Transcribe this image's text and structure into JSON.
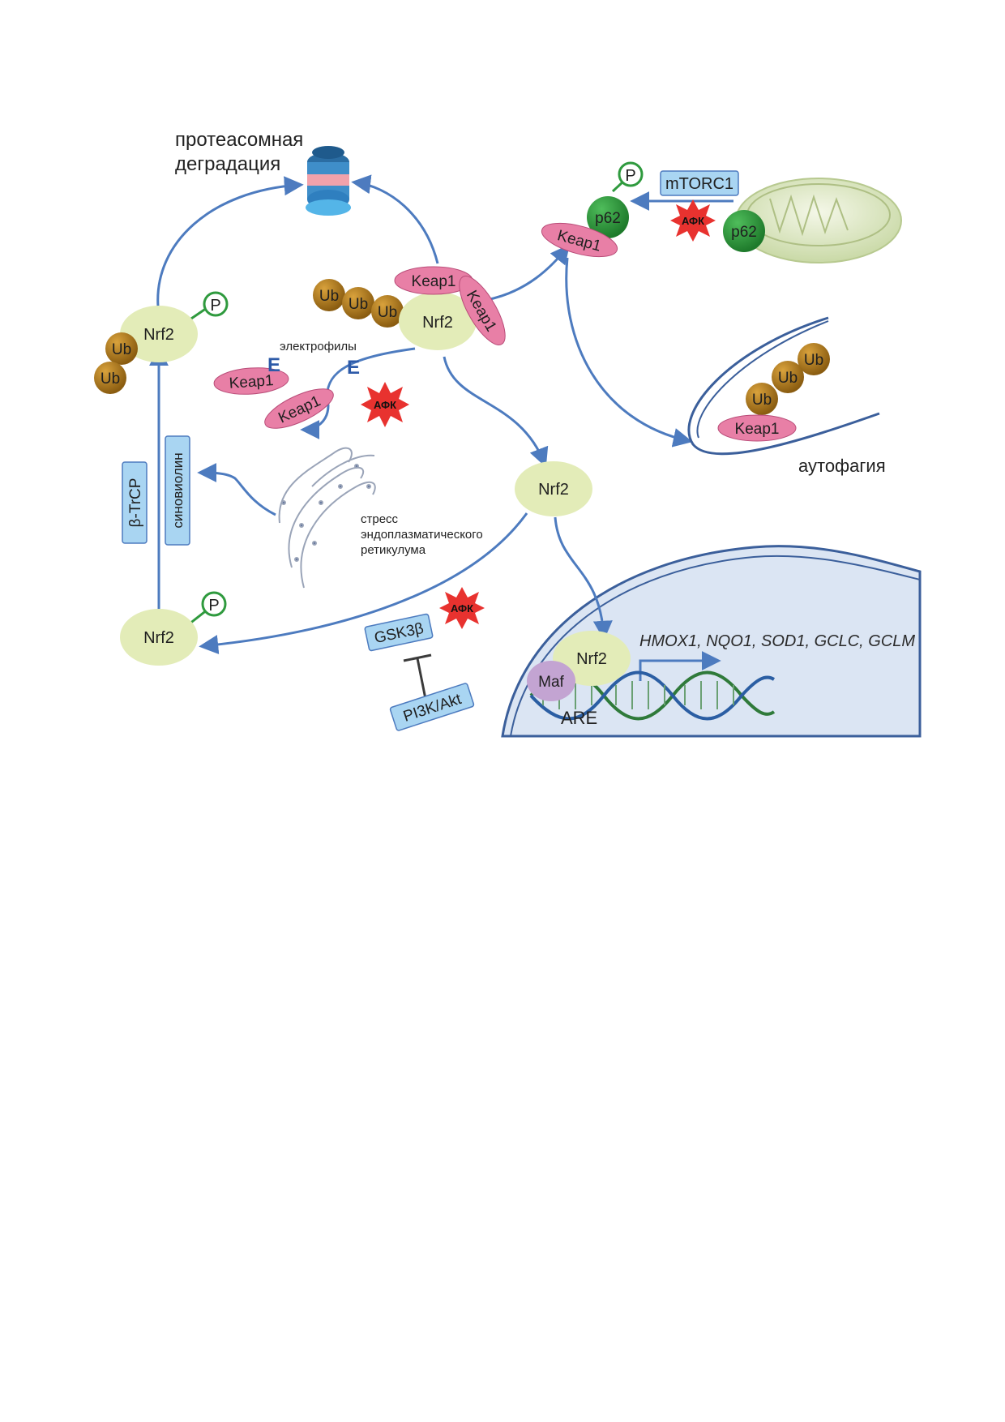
{
  "labels": {
    "proteasome": [
      "протеасомная",
      "деградация"
    ],
    "electrophiles": "электрофилы",
    "er_stress": [
      "стресс",
      "эндоплазматического",
      "ретикулума"
    ],
    "autophagy": "аутофагия",
    "genes": "HMOX1, NQO1, SOD1, GCLC, GCLM",
    "are": "ARE"
  },
  "nodes": {
    "nrf2": "Nrf2",
    "keap1": "Keap1",
    "ub": "Ub",
    "p": "P",
    "p62": "p62",
    "maf": "Maf",
    "e": "E",
    "afk": "АФК"
  },
  "boxes": {
    "mtorc1": "mTORC1",
    "btrcp": "β-TrCP",
    "synoviolin": "синовиолин",
    "gsk3b": "GSK3β",
    "pi3k": "PI3K/Akt"
  },
  "colors": {
    "nrf2_fill": "#e3ecb8",
    "keap1_fill": "#e87fa6",
    "ub_fill": "#a8741b",
    "p62_fill": "#2f9a3e",
    "maf_fill": "#c3a4d2",
    "box_fill": "#a9d5f2",
    "arrow": "#4d7bbf",
    "nucleus_fill": "#dbe5f3"
  }
}
